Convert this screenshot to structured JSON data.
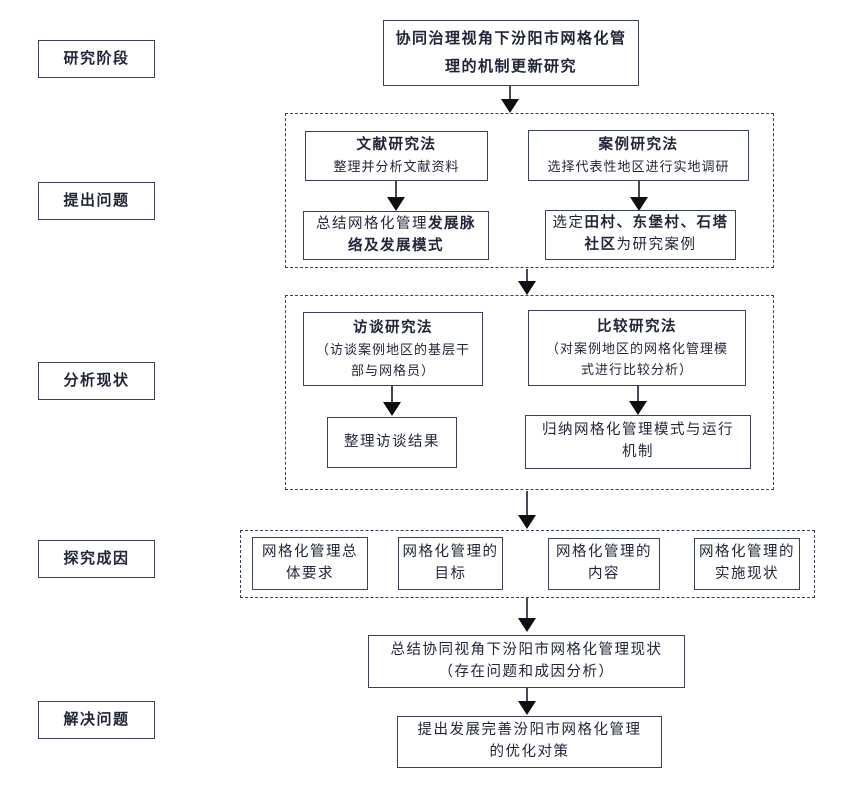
{
  "colors": {
    "border": "#3b4158",
    "text": "#1f2437",
    "arrow_head": "#0f0f12",
    "background": "#ffffff"
  },
  "stage_labels": {
    "research_phase": "研究阶段",
    "raise_problem": "提出问题",
    "analyze_status": "分析现状",
    "explore_causes": "探究成因",
    "solve_problem": "解决问题"
  },
  "title_box": {
    "text": "协同治理视角下汾阳市网格化管\n理的机制更新研究"
  },
  "problem_phase": {
    "literature_method": {
      "title": "文献研究法",
      "desc": "整理并分析文献资料"
    },
    "case_method": {
      "title": "案例研究法",
      "desc": "选择代表性地区进行实地调研"
    },
    "literature_result": {
      "segments": [
        {
          "text": "总结网格化管理",
          "bold": false
        },
        {
          "text": "发展脉\n络及发展模式",
          "bold": true
        }
      ]
    },
    "case_result": {
      "segments": [
        {
          "text": "选定",
          "bold": false
        },
        {
          "text": "田村、东堡村、石塔\n社区",
          "bold": true
        },
        {
          "text": "为研究案例",
          "bold": false
        }
      ]
    }
  },
  "status_phase": {
    "interview_method": {
      "title": "访谈研究法",
      "desc": "（访谈案例地区的基层干\n部与网格员）"
    },
    "compare_method": {
      "title": "比较研究法",
      "desc": "（对案例地区的网格化管理模\n式进行比较分析）"
    },
    "interview_result": "整理访谈结果",
    "compare_result": "归纳网格化管理模式与运行\n机制"
  },
  "causes_phase": {
    "items": [
      "网格化管理总\n体要求",
      "网格化管理的\n目标",
      "网格化管理的\n内容",
      "网格化管理的\n实施现状"
    ]
  },
  "solution_phase": {
    "summary": "总结协同视角下汾阳市网格化管理现状\n（存在问题和成因分析）",
    "proposal": "提出发展完善汾阳市网格化管理\n的优化对策"
  }
}
